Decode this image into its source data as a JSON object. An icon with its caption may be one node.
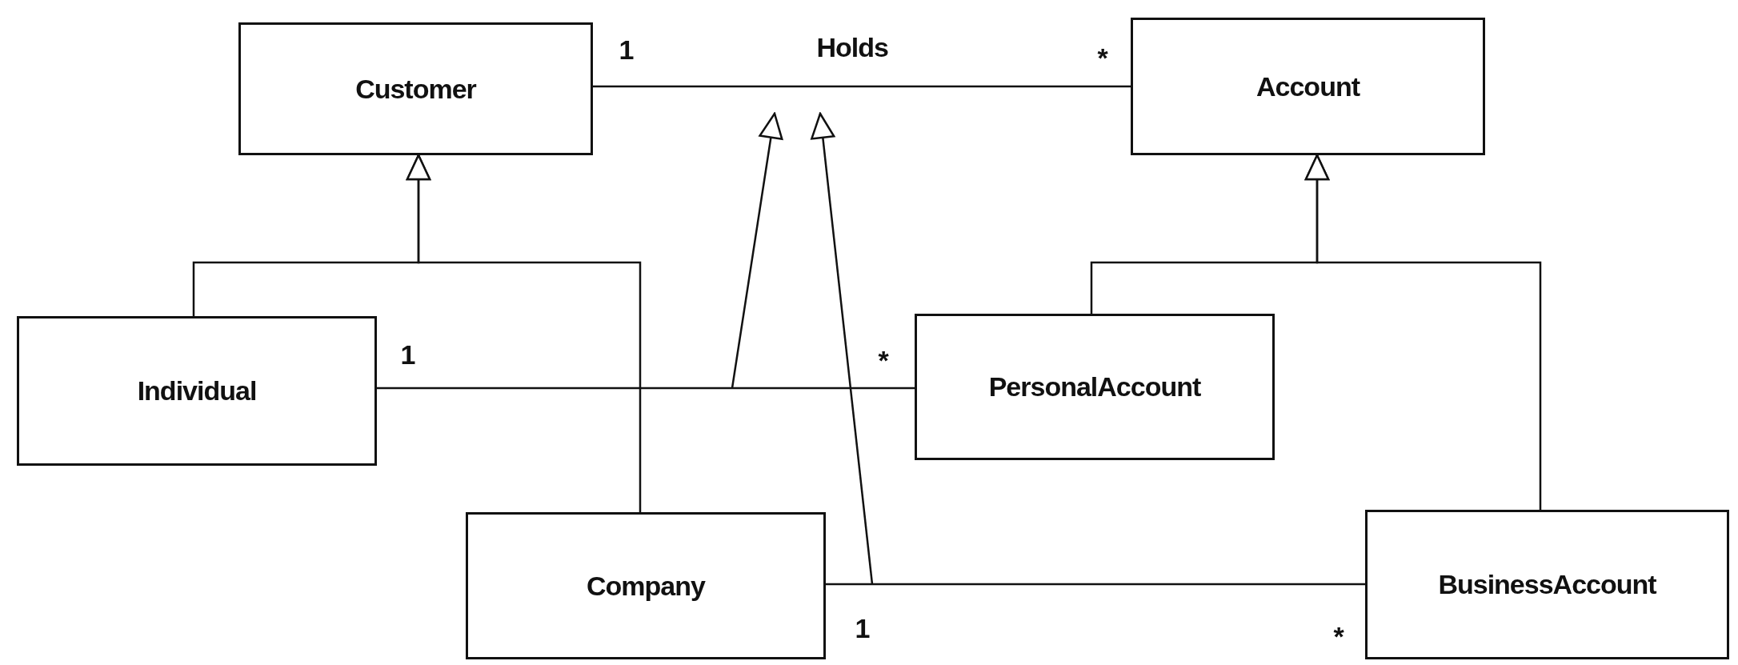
{
  "diagram": {
    "nodes": [
      {
        "text": [
          "Customer"
        ]
      },
      {
        "text": [
          "Holds"
        ]
      },
      {
        "text": [
          "Account"
        ]
      },
      {
        "text": [
          "Individual"
        ]
      },
      {
        "text": [
          "PersonalAccount"
        ]
      },
      {
        "text": [
          "Company"
        ]
      },
      {
        "text": [
          "BusinessAccount"
        ]
      }
    ],
    "edges": [
      {
        "from": 0,
        "to": 2,
        "arrow": "none"
      },
      {
        "from": 3,
        "to": 0,
        "arrow": "to"
      },
      {
        "from": 5,
        "to": 0,
        "arrow": "to"
      },
      {
        "from": 4,
        "to": 2,
        "arrow": "to"
      },
      {
        "from": 6,
        "to": 2,
        "arrow": "to"
      },
      {
        "from": 3,
        "to": 4,
        "arrow": "none"
      },
      {
        "from": 5,
        "to": 6,
        "arrow": "none"
      },
      {
        "from": null,
        "to": 1,
        "arrow": "to"
      },
      {
        "from": null,
        "to": 1,
        "arrow": "to"
      }
    ],
    "labels": [
      "1",
      "*",
      "1",
      "*",
      "1",
      "*"
    ]
  }
}
